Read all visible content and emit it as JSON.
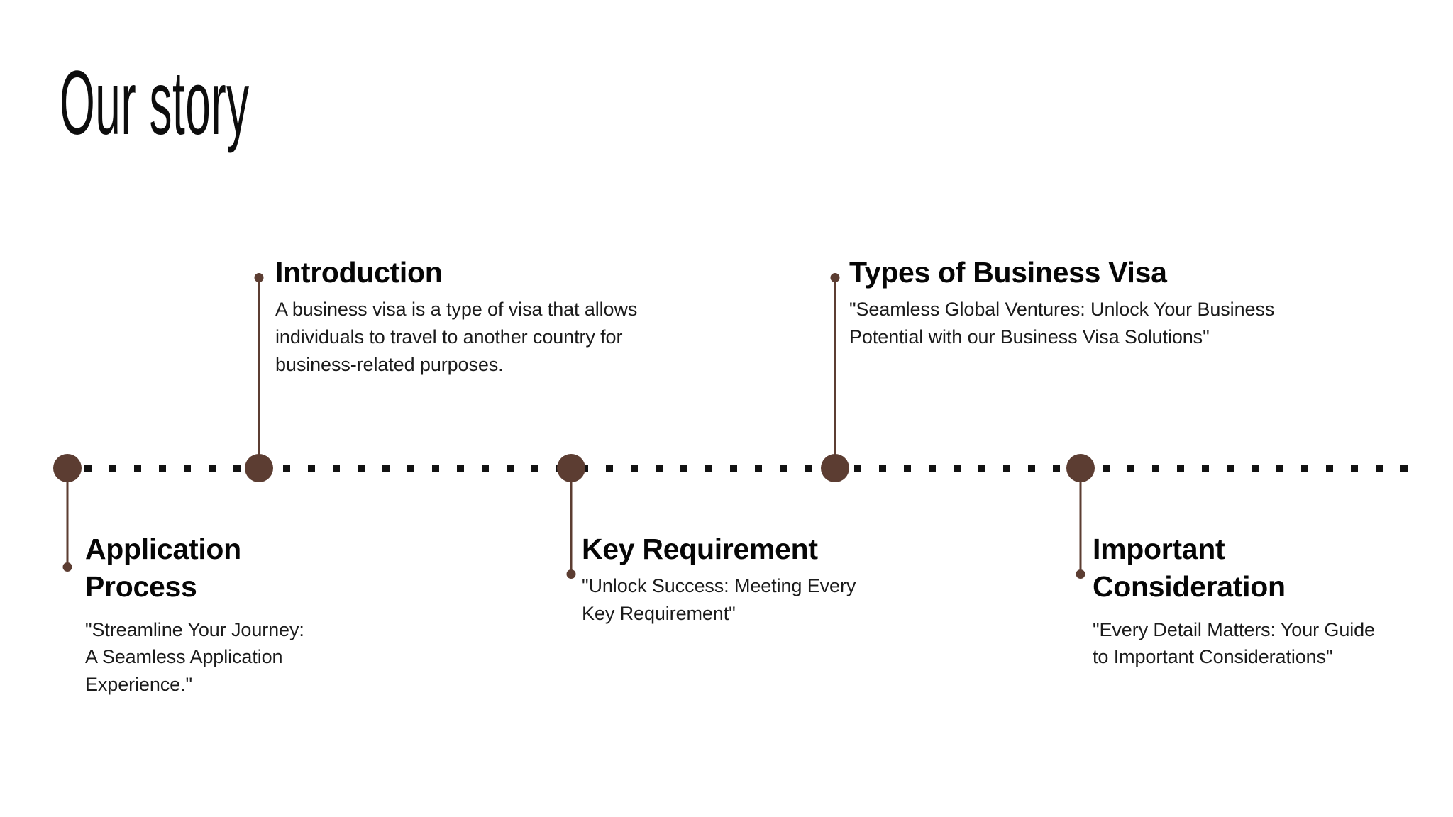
{
  "slide": {
    "title": "Our story",
    "background_color": "#FFFFFF",
    "accent_color": "#5C3D32",
    "axis_dot_color": "#121212",
    "heading_color": "#060606",
    "body_color": "#1B1B1B"
  },
  "timeline": {
    "orientation": "horizontal",
    "axis_style": "dotted",
    "marker_count": 5,
    "items": [
      {
        "index": 1,
        "position": "below",
        "heading": "Application Process",
        "body": "\"Streamline Your Journey: A Seamless Application Experience.\""
      },
      {
        "index": 2,
        "position": "above",
        "heading": "Introduction",
        "body": "A business visa is a type of visa that allows individuals to travel to another country for business-related purposes."
      },
      {
        "index": 3,
        "position": "below",
        "heading": "Key Requirement",
        "body": "\"Unlock Success: Meeting Every Key Requirement\""
      },
      {
        "index": 4,
        "position": "above",
        "heading": "Types of Business Visa",
        "body": "\"Seamless Global Ventures: Unlock Your Business Potential with our Business Visa Solutions\""
      },
      {
        "index": 5,
        "position": "below",
        "heading": "Important Consideration",
        "body": "\"Every Detail Matters: Your Guide to Important Considerations\""
      }
    ]
  }
}
